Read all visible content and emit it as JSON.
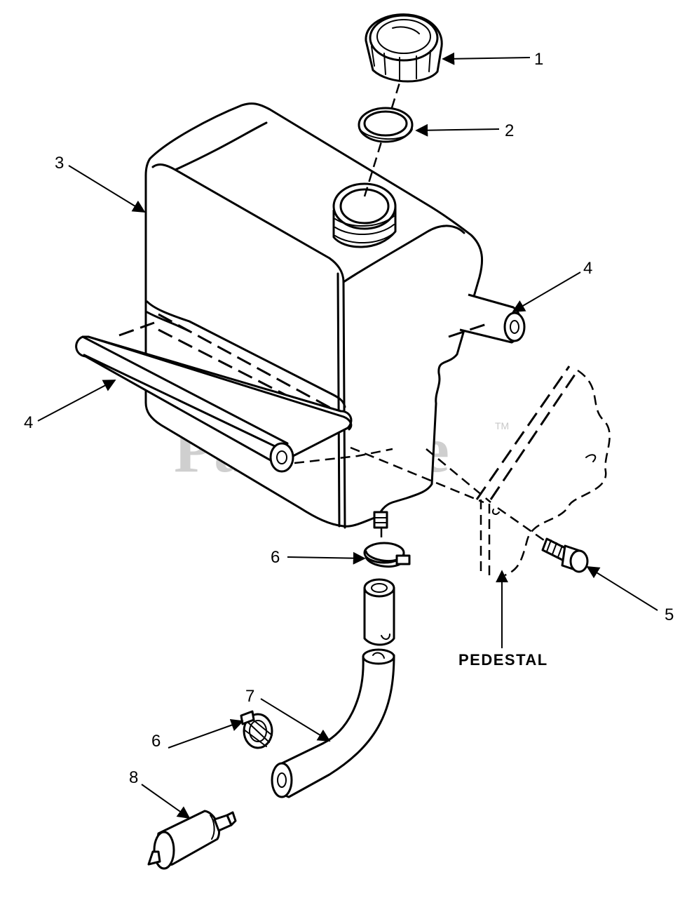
{
  "callouts": {
    "c1": "1",
    "c2": "2",
    "c3": "3",
    "c4a": "4",
    "c4b": "4",
    "c5": "5",
    "c6a": "6",
    "c6b": "6",
    "c7": "7",
    "c8": "8"
  },
  "labels": {
    "pedestal": "PEDESTAL"
  },
  "watermark": {
    "text": "PartsTree",
    "tm": "TM"
  },
  "parts": {
    "fuel_cap": "fuel-cap-icon",
    "gasket": "gasket-ring-icon",
    "fuel_tank": "fuel-tank-icon",
    "mounting_rod": "mounting-rod-icon",
    "bolt": "bolt-icon",
    "hose_clamp": "hose-clamp-icon",
    "fuel_line": "fuel-line-icon",
    "fuel_filter": "fuel-filter-icon",
    "pedestal": "pedestal-icon"
  }
}
